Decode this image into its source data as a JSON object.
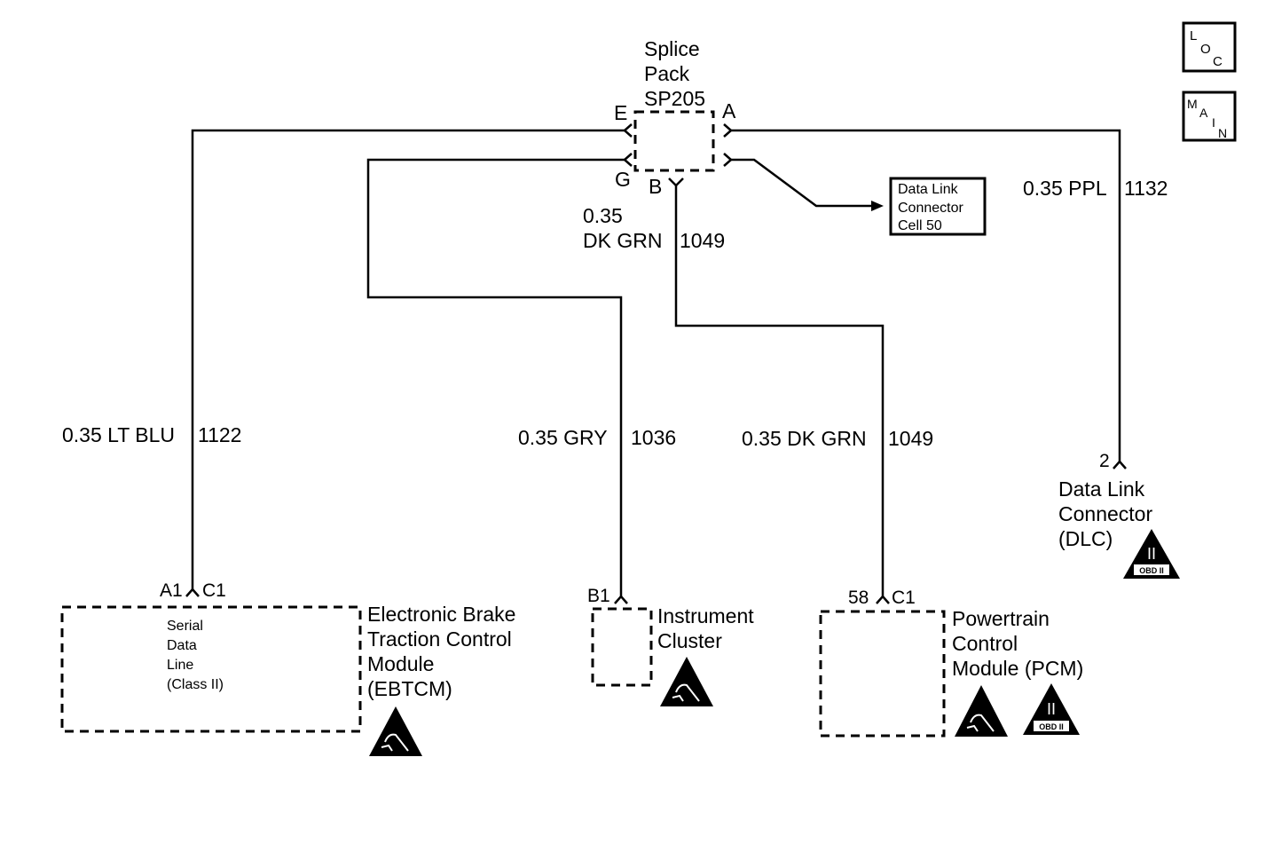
{
  "splice": {
    "line1": "Splice",
    "line2": "Pack",
    "line3": "SP205",
    "pin_e": "E",
    "pin_a": "A",
    "pin_g": "G",
    "pin_b": "B"
  },
  "wires": {
    "w1122": {
      "size_color": "0.35 LT BLU",
      "circuit": "1122"
    },
    "w1036": {
      "size_color": "0.35 GRY",
      "circuit": "1036"
    },
    "w1049_lower": {
      "size_color": "0.35 DK GRN",
      "circuit": "1049"
    },
    "w1049_upper": {
      "size": "0.35",
      "color": "DK GRN",
      "circuit": "1049"
    },
    "w1132": {
      "size_color": "0.35 PPL",
      "circuit": "1132"
    }
  },
  "dlc_ref": {
    "line1": "Data Link",
    "line2": "Connector",
    "line3": "Cell 50"
  },
  "dlc": {
    "pin": "2",
    "line1": "Data Link",
    "line2": "Connector",
    "line3": "(DLC)"
  },
  "ebtcm": {
    "pin": "A1",
    "connector": "C1",
    "inner1": "Serial",
    "inner2": "Data",
    "inner3": "Line",
    "inner4": "(Class II)",
    "line1": "Electronic Brake",
    "line2": "Traction Control",
    "line3": "Module",
    "line4": "(EBTCM)"
  },
  "cluster": {
    "pin": "B1",
    "line1": "Instrument",
    "line2": "Cluster"
  },
  "pcm": {
    "pin": "58",
    "connector": "C1",
    "line1": "Powertrain",
    "line2": "Control",
    "line3": "Module (PCM)"
  },
  "nav": {
    "loc": {
      "c1": "L",
      "c2": "O",
      "c3": "C"
    },
    "main": {
      "c1": "M",
      "c2": "A",
      "c3": "I",
      "c4": "N"
    }
  },
  "obd": {
    "numeral": "II",
    "label": "OBD II"
  },
  "icons": [
    "esd-icon",
    "obd-ii-icon",
    "loc-button",
    "main-button"
  ]
}
